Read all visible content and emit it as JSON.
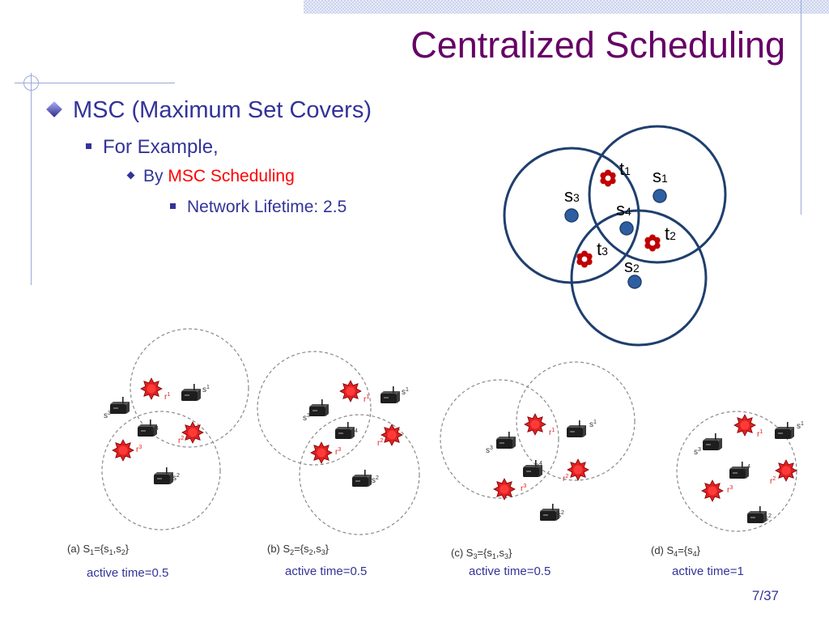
{
  "title": "Centralized Scheduling",
  "bullets": {
    "l1": "MSC (Maximum Set Covers)",
    "l2": "For Example,",
    "l3_prefix": "By ",
    "l3_highlight": "MSC Scheduling",
    "l4": "Network Lifetime: 2.5"
  },
  "diagram": {
    "targets": [
      {
        "t": "t",
        "sub": "1"
      },
      {
        "t": "t",
        "sub": "2"
      },
      {
        "t": "t",
        "sub": "3"
      }
    ],
    "sensors": [
      {
        "t": "s",
        "sub": "1"
      },
      {
        "t": "s",
        "sub": "2"
      },
      {
        "t": "s",
        "sub": "3"
      },
      {
        "t": "s",
        "sub": "4"
      }
    ]
  },
  "figures": [
    {
      "caption_prefix": "(a) S",
      "caption_sub": "1",
      "caption_eq": "={s",
      "caption_s1": "1",
      "caption_comma": ",s",
      "caption_s2": "2",
      "caption_close": "}",
      "active_time": "active time=0.5"
    },
    {
      "caption_prefix": "(b) S",
      "caption_sub": "2",
      "caption_eq": "={s",
      "caption_s1": "2",
      "caption_comma": ",s",
      "caption_s2": "3",
      "caption_close": "}",
      "active_time": "active time=0.5"
    },
    {
      "caption_prefix": "(c) S",
      "caption_sub": "3",
      "caption_eq": "={s",
      "caption_s1": "1",
      "caption_comma": ",s",
      "caption_s2": "3",
      "caption_close": "}",
      "active_time": "active time=0.5"
    },
    {
      "caption_prefix": "(d) S",
      "caption_sub": "4",
      "caption_eq": "={s",
      "caption_s1": "4",
      "caption_comma": "",
      "caption_s2": "",
      "caption_close": "}",
      "active_time": "active time=1"
    }
  ],
  "fig_labels": {
    "s1": {
      "t": "s",
      "sub": "1"
    },
    "s2": {
      "t": "s",
      "sub": "2"
    },
    "s3": {
      "t": "s",
      "sub": "3"
    },
    "s4": {
      "t": "s",
      "sub": "4"
    },
    "r1": {
      "t": "r",
      "sub": "1"
    },
    "r2": {
      "t": "r",
      "sub": "2"
    },
    "r3": {
      "t": "r",
      "sub": "3"
    }
  },
  "page": "7/37",
  "colors": {
    "title": "#660066",
    "text": "#333399",
    "highlight": "#ff0000",
    "circle": "#1f3f6e",
    "sensor": "#2e5fa0",
    "target": "#c00000",
    "fig_target": "#e02020"
  }
}
